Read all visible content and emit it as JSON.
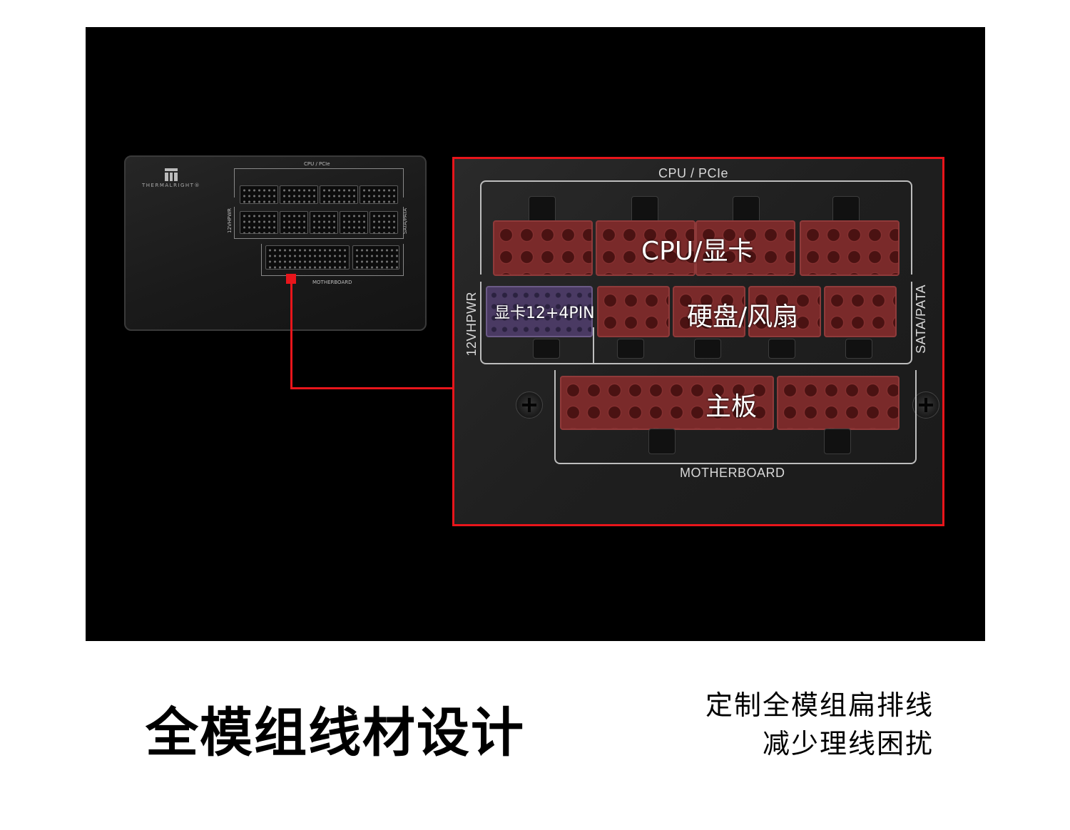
{
  "psu": {
    "brand": "THERMALRIGHT®",
    "small_labels": {
      "cpu_pcie": "CPU / PCIe",
      "hpwr": "12VHPWR",
      "sata": "SATA/PATA",
      "motherboard": "MOTHERBOARD"
    }
  },
  "zoom": {
    "labels": {
      "cpu_pcie": "CPU / PCIe",
      "hpwr": "12VHPWR",
      "sata": "SATA/PATA",
      "motherboard": "MOTHERBOARD"
    },
    "connectors": {
      "cpu_gpu": "CPU/显卡",
      "gpu_12_4pin": "显卡12+4PIN",
      "hdd_fan": "硬盘/风扇",
      "motherboard": "主板"
    }
  },
  "headline": "全模组线材设计",
  "subline": [
    "定制全模组扁排线",
    "减少理线困扰"
  ],
  "colors": {
    "accent": "#e8151b",
    "background": "#000000",
    "panel": "#ffffff"
  }
}
